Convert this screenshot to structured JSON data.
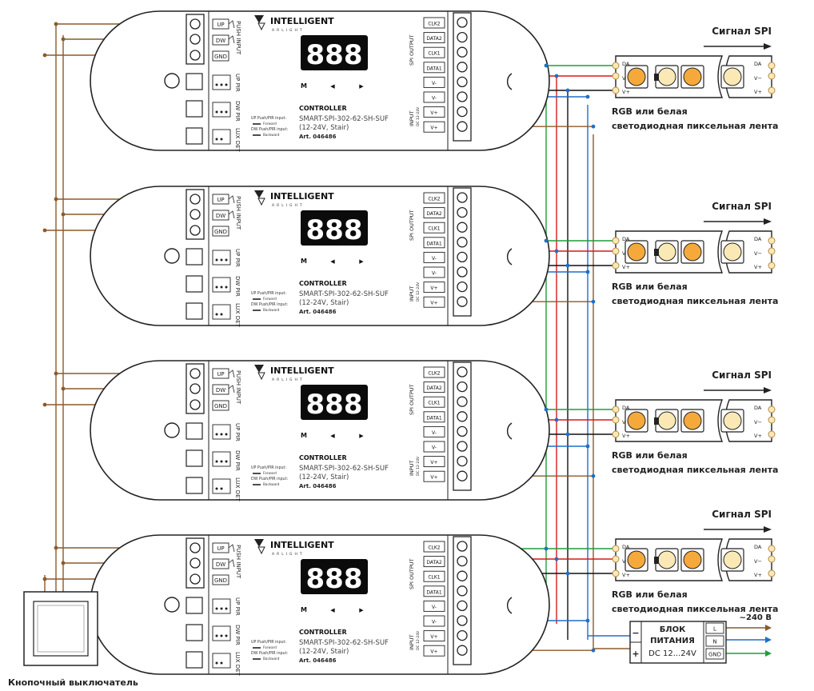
{
  "controller": {
    "brand": "INTELLIGENT",
    "brand_sub": "ARLIGHT",
    "display": "888",
    "btn_m": "M",
    "btn_left": "◀",
    "btn_right": "▶",
    "type": "CONTROLLER",
    "model": "SMART-SPI-302-62-SH-SUF",
    "spec": "(12-24V, Stair)",
    "art": "Art. 046486",
    "up_text": "UP Push/PIR input:",
    "up_dir": "Forward",
    "dw_text": "DW Push/PIR input:",
    "dw_dir": "Backward",
    "push_labels": [
      "UP",
      "DW",
      "GND"
    ],
    "push_section": "PUSH INPUT",
    "up_pir": "UP PIR",
    "dw_pir": "DW PIR",
    "lux_det": "LUX DET",
    "spi_section": "SPI OUTPUT",
    "spi_labels": [
      "CLK2",
      "DATA2",
      "CLK1",
      "DATA1"
    ],
    "input_section": "INPUT",
    "input_voltage": "DC 12-24V",
    "power_labels": [
      "V-",
      "V-",
      "V+",
      "V+"
    ]
  },
  "strip": {
    "signal": "Сигнал SPI",
    "pins": [
      "DA",
      "V−",
      "V+"
    ],
    "caption1": "RGB или белая",
    "caption2": "светодиодная пиксельная лента"
  },
  "psu": {
    "title1": "БЛОК",
    "title2": "ПИТАНИЯ",
    "voltage": "DC 12...24V",
    "minus": "−",
    "plus": "+",
    "terminals": [
      "L",
      "N",
      "GND"
    ],
    "mains": "~240 В"
  },
  "switch": {
    "label": "Кнопочный выключатель"
  },
  "colors": {
    "brown": "#8b5a2b",
    "green": "#1e9e3a",
    "red": "#d8191c",
    "blue": "#1f6fc9",
    "black": "#111111",
    "led_orange": "#f6a93b",
    "led_cream": "#fbe9b5"
  }
}
